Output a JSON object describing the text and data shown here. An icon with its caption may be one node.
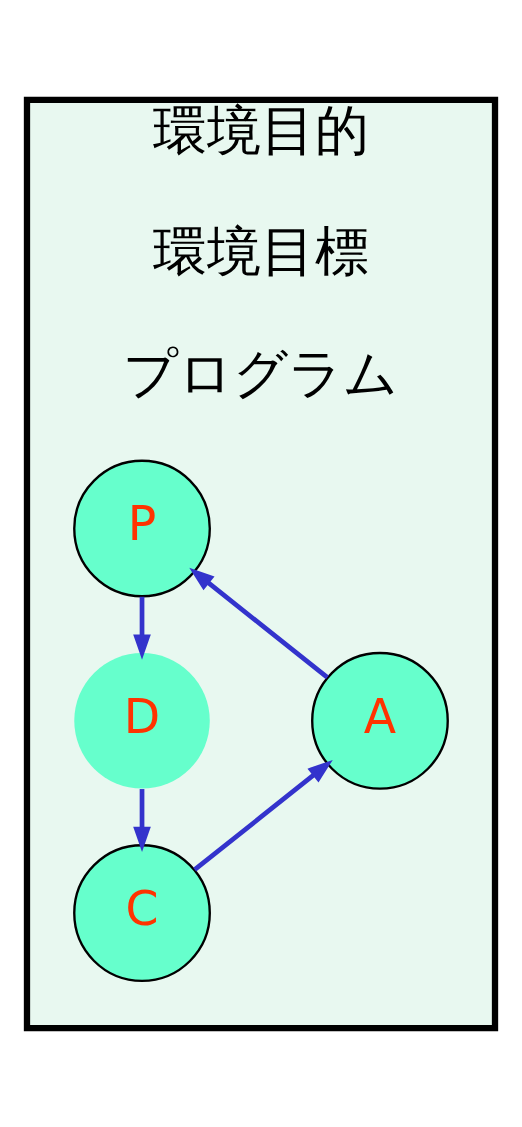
{
  "diagram": {
    "nodes": [
      {
        "text": [
          "環境目的",
          "環境目標",
          "プログラム"
        ]
      },
      {
        "text": [
          "P"
        ],
        "in": 0
      },
      {
        "text": [
          "D"
        ],
        "in": 0
      },
      {
        "text": [
          "C"
        ],
        "in": 0
      },
      {
        "text": [
          "A"
        ],
        "in": 0
      }
    ],
    "edges": [
      {
        "from": 1,
        "to": 2,
        "arrow": "to"
      },
      {
        "from": 2,
        "to": 3,
        "arrow": "to"
      },
      {
        "from": 3,
        "to": 4,
        "arrow": "to"
      },
      {
        "from": 4,
        "to": 1,
        "arrow": "to"
      }
    ]
  }
}
